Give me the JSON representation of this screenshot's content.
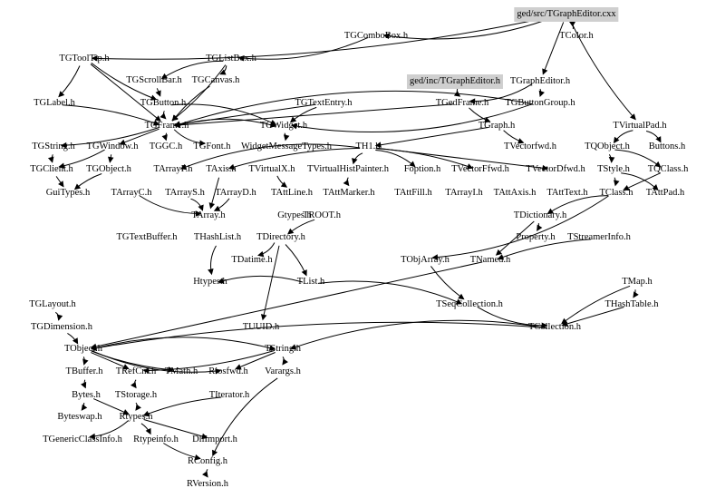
{
  "graph": {
    "title": "ged/src/TGraphEditor.cxx include dependency graph",
    "highlight_color": "#cfcfcf",
    "nodes": [
      {
        "id": "cxx",
        "label": "ged/src/TGraphEditor.cxx",
        "highlight": true
      },
      {
        "id": "tgcombobox",
        "label": "TGComboBox.h"
      },
      {
        "id": "tcolor",
        "label": "TColor.h"
      },
      {
        "id": "tgtooltip",
        "label": "TGToolTip.h"
      },
      {
        "id": "tglistbox",
        "label": "TGListBox.h"
      },
      {
        "id": "tgscrollbar",
        "label": "TGScrollBar.h"
      },
      {
        "id": "tgcanvas",
        "label": "TGCanvas.h"
      },
      {
        "id": "incgraphed",
        "label": "ged/inc/TGraphEditor.h",
        "highlight": true
      },
      {
        "id": "tgrapheditor",
        "label": "TGraphEditor.h"
      },
      {
        "id": "tglabel",
        "label": "TGLabel.h"
      },
      {
        "id": "tgbutton",
        "label": "TGButton.h"
      },
      {
        "id": "tgtextentry",
        "label": "TGTextEntry.h"
      },
      {
        "id": "tgedframe",
        "label": "TGedFrame.h"
      },
      {
        "id": "tgbuttongroup",
        "label": "TGButtonGroup.h"
      },
      {
        "id": "tgframe",
        "label": "TGFrame.h"
      },
      {
        "id": "tgwidget",
        "label": "TGWidget.h"
      },
      {
        "id": "tgraph",
        "label": "TGraph.h"
      },
      {
        "id": "tvirtualpad",
        "label": "TVirtualPad.h"
      },
      {
        "id": "tgstring",
        "label": "TGString.h"
      },
      {
        "id": "tgwindow",
        "label": "TGWindow.h"
      },
      {
        "id": "tggc",
        "label": "TGGC.h"
      },
      {
        "id": "tgfont",
        "label": "TGFont.h"
      },
      {
        "id": "widgetmsg",
        "label": "WidgetMessageTypes.h"
      },
      {
        "id": "th1",
        "label": "TH1.h"
      },
      {
        "id": "tvectorfwd",
        "label": "TVectorfwd.h"
      },
      {
        "id": "tqobject",
        "label": "TQObject.h"
      },
      {
        "id": "buttons",
        "label": "Buttons.h"
      },
      {
        "id": "tgclient",
        "label": "TGClient.h"
      },
      {
        "id": "tgobject",
        "label": "TGObject.h"
      },
      {
        "id": "tarrayf",
        "label": "TArrayF.h"
      },
      {
        "id": "taxis",
        "label": "TAxis.h"
      },
      {
        "id": "tvirtualx",
        "label": "TVirtualX.h"
      },
      {
        "id": "tvirtualhist",
        "label": "TVirtualHistPainter.h"
      },
      {
        "id": "foption",
        "label": "Foption.h"
      },
      {
        "id": "tvectorffwd",
        "label": "TVectorFfwd.h"
      },
      {
        "id": "tvectordfwd",
        "label": "TVectorDfwd.h"
      },
      {
        "id": "tstyle",
        "label": "TStyle.h"
      },
      {
        "id": "tqclass",
        "label": "TQClass.h"
      },
      {
        "id": "guitypes",
        "label": "GuiTypes.h"
      },
      {
        "id": "tarrayc",
        "label": "TArrayC.h"
      },
      {
        "id": "tarrays",
        "label": "TArrayS.h"
      },
      {
        "id": "tarrayd",
        "label": "TArrayD.h"
      },
      {
        "id": "tattline",
        "label": "TAttLine.h"
      },
      {
        "id": "tattmarker",
        "label": "TAttMarker.h"
      },
      {
        "id": "tattfill",
        "label": "TAttFill.h"
      },
      {
        "id": "tarrayi",
        "label": "TArrayI.h"
      },
      {
        "id": "tattaxis",
        "label": "TAttAxis.h"
      },
      {
        "id": "tatttext",
        "label": "TAttText.h"
      },
      {
        "id": "tclass",
        "label": "TClass.h"
      },
      {
        "id": "tattpad",
        "label": "TAttPad.h"
      },
      {
        "id": "tarray",
        "label": "TArray.h"
      },
      {
        "id": "gtypes",
        "label": "Gtypes.h"
      },
      {
        "id": "troot",
        "label": "TROOT.h"
      },
      {
        "id": "tdictionary",
        "label": "TDictionary.h"
      },
      {
        "id": "tgtextbuffer",
        "label": "TGTextBuffer.h"
      },
      {
        "id": "thashlist",
        "label": "THashList.h"
      },
      {
        "id": "tdirectory",
        "label": "TDirectory.h"
      },
      {
        "id": "property",
        "label": "Property.h"
      },
      {
        "id": "tstreamerinfo",
        "label": "TStreamerInfo.h"
      },
      {
        "id": "tdatime",
        "label": "TDatime.h"
      },
      {
        "id": "tobjarray",
        "label": "TObjArray.h"
      },
      {
        "id": "tnamed",
        "label": "TNamed.h"
      },
      {
        "id": "htypes",
        "label": "Htypes.h"
      },
      {
        "id": "tlist",
        "label": "TList.h"
      },
      {
        "id": "tmap",
        "label": "TMap.h"
      },
      {
        "id": "tglayout",
        "label": "TGLayout.h"
      },
      {
        "id": "tseqcollection",
        "label": "TSeqCollection.h"
      },
      {
        "id": "thashtable",
        "label": "THashTable.h"
      },
      {
        "id": "tgdimension",
        "label": "TGDimension.h"
      },
      {
        "id": "tuuid",
        "label": "TUUID.h"
      },
      {
        "id": "tcollection",
        "label": "TCollection.h"
      },
      {
        "id": "tobject",
        "label": "TObject.h"
      },
      {
        "id": "tstring",
        "label": "TString.h"
      },
      {
        "id": "tbuffer",
        "label": "TBuffer.h"
      },
      {
        "id": "trefcnt",
        "label": "TRefCnt.h"
      },
      {
        "id": "tmath",
        "label": "TMath.h"
      },
      {
        "id": "riosfwd",
        "label": "Riosfwd.h"
      },
      {
        "id": "varargs",
        "label": "Varargs.h"
      },
      {
        "id": "bytes",
        "label": "Bytes.h"
      },
      {
        "id": "tstorage",
        "label": "TStorage.h"
      },
      {
        "id": "titerator",
        "label": "TIterator.h"
      },
      {
        "id": "byteswap",
        "label": "Byteswap.h"
      },
      {
        "id": "rtypes",
        "label": "Rtypes.h"
      },
      {
        "id": "tgenericclassinfo",
        "label": "TGenericClassInfo.h"
      },
      {
        "id": "rtypeinfo",
        "label": "Rtypeinfo.h"
      },
      {
        "id": "dllimport",
        "label": "DllImport.h"
      },
      {
        "id": "rconfig",
        "label": "RConfig.h"
      },
      {
        "id": "rversion",
        "label": "RVersion.h"
      }
    ],
    "edges": [
      [
        "cxx",
        "tgcombobox"
      ],
      [
        "cxx",
        "tgtooltip"
      ],
      [
        "cxx",
        "tgrapheditor"
      ],
      [
        "cxx",
        "tvirtualpad"
      ],
      [
        "tcolor",
        "cxx"
      ],
      [
        "tgcombobox",
        "tglistbox"
      ],
      [
        "tgtooltip",
        "tglabel"
      ],
      [
        "tgtooltip",
        "tgframe"
      ],
      [
        "tgtooltip",
        "tgbutton"
      ],
      [
        "tglistbox",
        "tgscrollbar"
      ],
      [
        "tglistbox",
        "tgcanvas"
      ],
      [
        "tglistbox",
        "tgframe"
      ],
      [
        "tgscrollbar",
        "tgbutton"
      ],
      [
        "tgcanvas",
        "tgframe"
      ],
      [
        "tgbutton",
        "tgframe"
      ],
      [
        "tgbutton",
        "tgwidget"
      ],
      [
        "tglabel",
        "tgframe"
      ],
      [
        "tgtextentry",
        "tgframe"
      ],
      [
        "tgtextentry",
        "tgwidget"
      ],
      [
        "incgraphed",
        "tgedframe"
      ],
      [
        "tgrapheditor",
        "tgedframe"
      ],
      [
        "tgrapheditor",
        "tgbuttongroup"
      ],
      [
        "tgedframe",
        "tgframe"
      ],
      [
        "tgedframe",
        "tgraph"
      ],
      [
        "tgbuttongroup",
        "tgframe"
      ],
      [
        "tgbuttongroup",
        "tgwidget"
      ],
      [
        "tgframe",
        "tgstring"
      ],
      [
        "tgframe",
        "tgwindow"
      ],
      [
        "tgframe",
        "tggc"
      ],
      [
        "tgframe",
        "tgfont"
      ],
      [
        "tgframe",
        "tgwidget"
      ],
      [
        "tgwidget",
        "widgetmsg"
      ],
      [
        "tgraph",
        "th1"
      ],
      [
        "tgraph",
        "tvectorfwd"
      ],
      [
        "tvirtualpad",
        "tqobject"
      ],
      [
        "tvirtualpad",
        "buttons"
      ],
      [
        "tgwindow",
        "tgclient"
      ],
      [
        "tgwindow",
        "tgobject"
      ],
      [
        "tgstring",
        "tgclient"
      ],
      [
        "th1",
        "tvirtualhist"
      ],
      [
        "th1",
        "foption"
      ],
      [
        "th1",
        "tvectorffwd"
      ],
      [
        "th1",
        "tvectordfwd"
      ],
      [
        "th1",
        "taxis"
      ],
      [
        "th1",
        "tarrayf"
      ],
      [
        "tqobject",
        "tqclass"
      ],
      [
        "tqobject",
        "tstyle"
      ],
      [
        "tgclient",
        "guitypes"
      ],
      [
        "tgobject",
        "guitypes"
      ],
      [
        "tarrayc",
        "tarray"
      ],
      [
        "tarrays",
        "tarray"
      ],
      [
        "tarrayd",
        "tarray"
      ],
      [
        "taxis",
        "tarray"
      ],
      [
        "tvirtualx",
        "tattline"
      ],
      [
        "tvirtualhist",
        "tattmarker"
      ],
      [
        "tstyle",
        "tattpad"
      ],
      [
        "tstyle",
        "tclass"
      ],
      [
        "tqclass",
        "tclass"
      ],
      [
        "troot",
        "tdirectory"
      ],
      [
        "tclass",
        "tdictionary"
      ],
      [
        "tclass",
        "tobjarray"
      ],
      [
        "tdictionary",
        "property"
      ],
      [
        "tdictionary",
        "tnamed"
      ],
      [
        "tstreamerinfo",
        "tnamed"
      ],
      [
        "thashlist",
        "htypes"
      ],
      [
        "tdirectory",
        "tdatime"
      ],
      [
        "tdirectory",
        "tlist"
      ],
      [
        "tdirectory",
        "tuuid"
      ],
      [
        "tobjarray",
        "tseqcollection"
      ],
      [
        "tlist",
        "htypes"
      ],
      [
        "tlist",
        "tseqcollection"
      ],
      [
        "tmap",
        "thashtable"
      ],
      [
        "thashtable",
        "tcollection"
      ],
      [
        "tmap",
        "tcollection"
      ],
      [
        "tseqcollection",
        "tcollection"
      ],
      [
        "tglayout",
        "tgdimension"
      ],
      [
        "tgdimension",
        "tobject"
      ],
      [
        "tnamed",
        "tobject"
      ],
      [
        "tcollection",
        "tobject"
      ],
      [
        "tcollection",
        "tstring"
      ],
      [
        "tobject",
        "tstring"
      ],
      [
        "tobject",
        "tbuffer"
      ],
      [
        "tobject",
        "trefcnt"
      ],
      [
        "tobject",
        "tmath"
      ],
      [
        "tobject",
        "riosfwd"
      ],
      [
        "tstring",
        "varargs"
      ],
      [
        "tstring",
        "trefcnt"
      ],
      [
        "tstring",
        "riosfwd"
      ],
      [
        "tbuffer",
        "bytes"
      ],
      [
        "trefcnt",
        "tstorage"
      ],
      [
        "tstorage",
        "rtypes"
      ],
      [
        "bytes",
        "byteswap"
      ],
      [
        "bytes",
        "rtypes"
      ],
      [
        "titerator",
        "rtypes"
      ],
      [
        "varargs",
        "rconfig"
      ],
      [
        "rtypes",
        "tgenericclassinfo"
      ],
      [
        "rtypes",
        "rtypeinfo"
      ],
      [
        "rtypes",
        "dllimport"
      ],
      [
        "rtypeinfo",
        "rconfig"
      ],
      [
        "rconfig",
        "rversion"
      ]
    ]
  }
}
